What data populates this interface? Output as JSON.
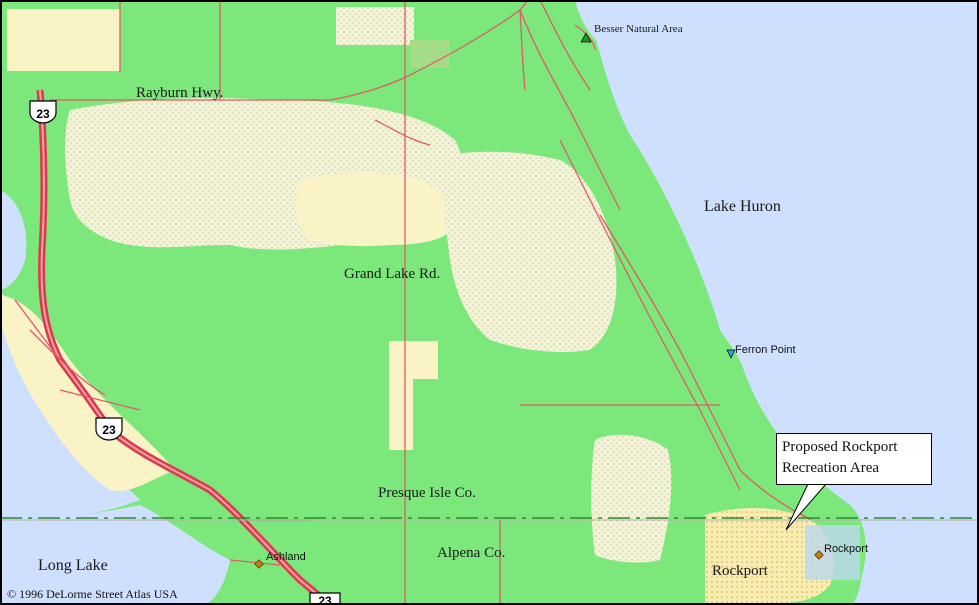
{
  "labels": {
    "rayburn_hwy": "Rayburn Hwy.",
    "grand_lake_rd": "Grand Lake Rd.",
    "lake_huron": "Lake Huron",
    "presque_isle_co": "Presque Isle Co.",
    "alpena_co": "Alpena Co.",
    "long_lake": "Long Lake",
    "rockport_area": "Rockport",
    "rockport_town": "Rockport",
    "ashland": "Ashland",
    "ferron_point": "Ferron Point",
    "besser_natural_area": "Besser Natural Area"
  },
  "shields": {
    "route_north": "23",
    "route_middle": "23",
    "route_south": "23"
  },
  "callout": {
    "line1": "Proposed Rockport",
    "line2": "Recreation Area"
  },
  "copyright": "© 1996 DeLorme  Street Atlas USA",
  "colors": {
    "land": "#7ce87c",
    "water": "#cfe0ff",
    "urban": "#faf3c6",
    "road": "#e05a66",
    "highway": "#d83c4c",
    "county_line": "#2a8a2a"
  }
}
